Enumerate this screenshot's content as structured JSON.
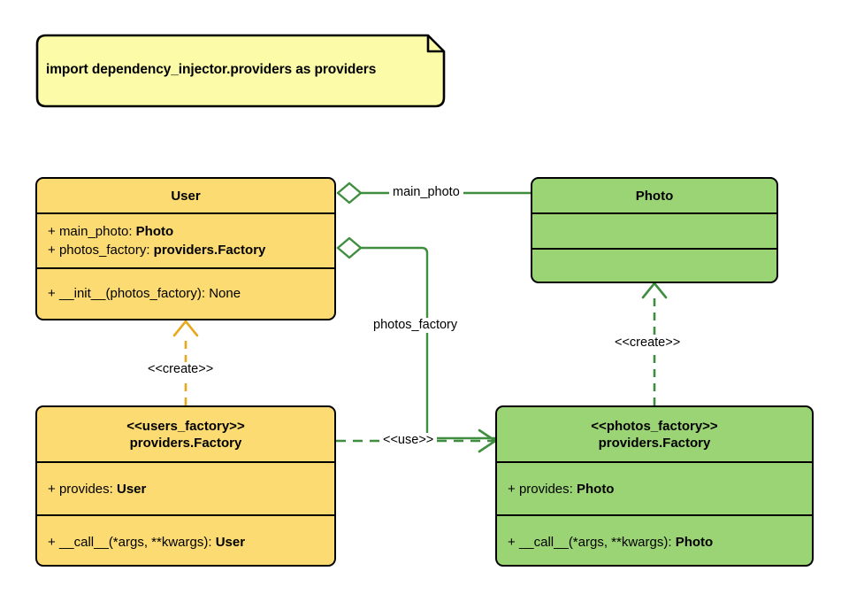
{
  "diagram": {
    "type": "uml-class-diagram",
    "background": "#ffffff",
    "colors": {
      "class_yellow_fill": "#FCDB72",
      "class_green_fill": "#9BD475",
      "note_fill": "#FCFCA8",
      "border": "#000000",
      "green_edge": "#3F8E3F",
      "orange_edge": "#E8A81E"
    }
  },
  "note": {
    "text": "import dependency_injector.providers as providers"
  },
  "classes": {
    "user": {
      "title": "User",
      "stereotype": "",
      "attributes": [
        {
          "prefix": "+ ",
          "name": "main_photo: ",
          "type": "Photo"
        },
        {
          "prefix": "+ ",
          "name": "photos_factory: ",
          "type": "providers.Factory"
        }
      ],
      "methods": [
        {
          "prefix": "+ ",
          "name": "__init__(photos_factory): None",
          "type": ""
        }
      ]
    },
    "photo": {
      "title": "Photo",
      "stereotype": "",
      "attributes": [],
      "methods": []
    },
    "users_factory": {
      "stereotype": "<<users_factory>>",
      "title": "providers.Factory",
      "attributes": [
        {
          "prefix": "+ ",
          "name": "provides: ",
          "type": "User"
        }
      ],
      "methods": [
        {
          "prefix": "+ ",
          "name": "__call__(*args, **kwargs): ",
          "type": "User"
        }
      ]
    },
    "photos_factory": {
      "stereotype": "<<photos_factory>>",
      "title": "providers.Factory",
      "attributes": [
        {
          "prefix": "+ ",
          "name": "provides: ",
          "type": "Photo"
        }
      ],
      "methods": [
        {
          "prefix": "+ ",
          "name": "__call__(*args, **kwargs): ",
          "type": "Photo"
        }
      ]
    }
  },
  "edges": {
    "main_photo": {
      "label": "main_photo",
      "kind": "aggregation",
      "from": "User",
      "to": "Photo",
      "color": "#3F8E3F"
    },
    "photos_factory": {
      "label": "photos_factory",
      "kind": "aggregation",
      "from": "User",
      "to": "photos_factory",
      "color": "#3F8E3F"
    },
    "create_user": {
      "label": "<<create>>",
      "kind": "dependency",
      "from": "users_factory",
      "to": "User",
      "color": "#E8A81E"
    },
    "create_photo": {
      "label": "<<create>>",
      "kind": "dependency",
      "from": "photos_factory",
      "to": "Photo",
      "color": "#3F8E3F"
    },
    "use": {
      "label": "<<use>>",
      "kind": "dependency",
      "from": "users_factory",
      "to": "photos_factory",
      "color": "#3F8E3F"
    }
  }
}
